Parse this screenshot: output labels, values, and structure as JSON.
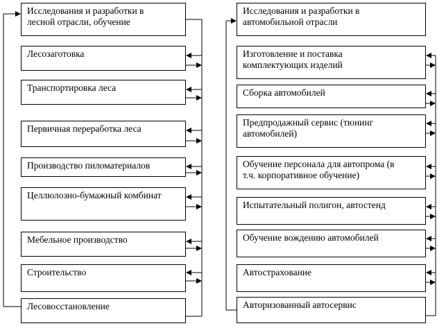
{
  "left_chain": {
    "boxes": [
      {
        "label": "Исследования и разработки в\nлесной отрасли, обучение"
      },
      {
        "label": "Лесозаготовка"
      },
      {
        "label": "Транспортировка леса"
      },
      {
        "label": "Первичная переработка леса"
      },
      {
        "label": "Производство пиломатериалов"
      },
      {
        "label": "Целлюлозно-бумажный комбинат"
      },
      {
        "label": "Мебельное производство"
      },
      {
        "label": "Строительство"
      },
      {
        "label": "Лесовосстановление"
      }
    ]
  },
  "right_chain": {
    "boxes": [
      {
        "label": "Исследования и разработки в\nавтомобильной отрасли"
      },
      {
        "label": "Изготовление и поставка\nкомплектующих изделий"
      },
      {
        "label": "Сборка автомобилей"
      },
      {
        "label": "Предпродажный сервис (тюнинг\nавтомобилей)"
      },
      {
        "label": "Обучение персонала для автопрома (в\nт.ч. корпоративное обучение)"
      },
      {
        "label": "Испытательный полигон, автостенд"
      },
      {
        "label": "Обучение вождению автомобилей"
      },
      {
        "label": "Автострахование"
      },
      {
        "label": "Авторизованный автосервис"
      }
    ]
  }
}
